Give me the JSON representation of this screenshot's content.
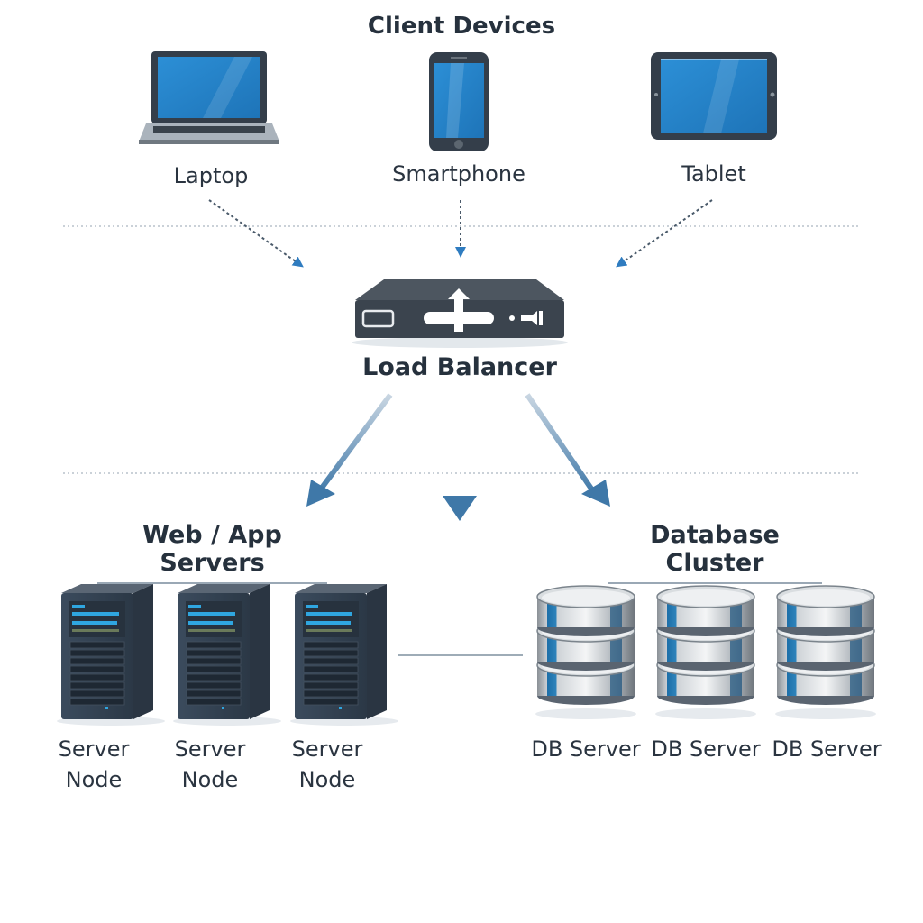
{
  "client_tier": {
    "title": "Client Devices",
    "devices": [
      {
        "label": "Laptop",
        "icon": "laptop-icon"
      },
      {
        "label": "Smartphone",
        "icon": "smartphone-icon"
      },
      {
        "label": "Tablet",
        "icon": "tablet-icon"
      }
    ]
  },
  "load_balancer": {
    "label": "Load Balancer",
    "icon": "load-balancer-icon"
  },
  "web_tier": {
    "title": "Web / App Servers",
    "nodes": [
      {
        "label_line1": "Server",
        "label_line2": "Node"
      },
      {
        "label_line1": "Server",
        "label_line2": "Node"
      },
      {
        "label_line1": "Server",
        "label_line2": "Node"
      }
    ]
  },
  "db_tier": {
    "title": "Database Cluster",
    "nodes": [
      {
        "label": "DB Server"
      },
      {
        "label": "DB Server"
      },
      {
        "label": "DB Server"
      }
    ]
  },
  "colors": {
    "accent_blue": "#3a7ab0",
    "screen_blue": "#2a8ad0",
    "dark_device": "#353f4b",
    "text": "#26313d"
  }
}
